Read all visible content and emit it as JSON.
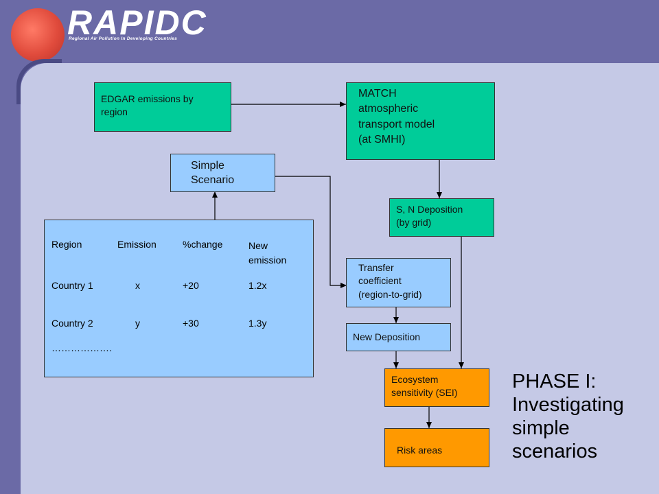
{
  "header": {
    "logo_title": "RAPIDC",
    "logo_subtitle": "Regional Air Pollution In Developing Countries"
  },
  "boxes": {
    "edgar": "EDGAR emissions by\nregion",
    "match": "MATCH\natmospheric\ntransport model\n(at SMHI)",
    "simple_scenario": "Simple\nScenario",
    "sn_deposition": "S, N Deposition\n(by grid)",
    "transfer": "Transfer\ncoefficient\n(region-to-grid)",
    "new_deposition": "New Deposition",
    "ecosystem": "Ecosystem\nsensitivity (SEI)",
    "risk": "Risk areas"
  },
  "table": {
    "headers": [
      "Region",
      "Emission",
      "%change",
      "New\nemission"
    ],
    "rows": [
      [
        "Country 1",
        "x",
        "+20",
        "1.2x"
      ],
      [
        "Country 2",
        "y",
        "+30",
        "1.3y"
      ]
    ],
    "ellipsis": "……………….",
    "colors": {
      "green": "#00cc99",
      "blue": "#99ccff",
      "orange": "#ff9900"
    }
  },
  "phase_text": "PHASE I:\nInvestigating\nsimple\nscenarios"
}
